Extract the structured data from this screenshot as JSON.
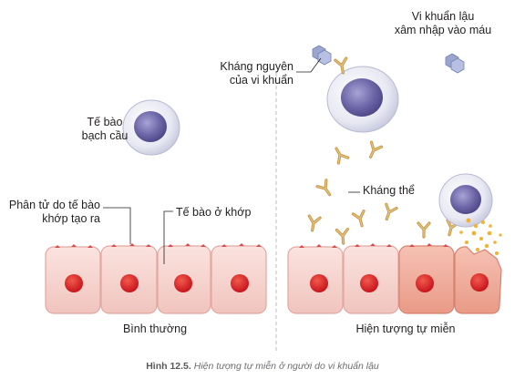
{
  "labels": {
    "white_cell": [
      "Tế bào",
      "bạch cầu"
    ],
    "free_molecule": [
      "Phân tử do tế bào",
      "khớp tạo ra"
    ],
    "joint_cell": "Tế bào ở khớp",
    "normal": "Bình thường",
    "antigen": [
      "Kháng nguyên",
      "của vi khuẩn"
    ],
    "bacteria": [
      "Vi khuẩn lậu",
      "xâm nhập vào máu"
    ],
    "antibody": "Kháng thể",
    "autoimmune": "Hiện tượng tự miễn"
  },
  "caption": {
    "prefix": "Hình 12.5.",
    "text": "Hiện tượng tự miễn ở người do vi khuẩn lậu"
  },
  "colors": {
    "cell_fill": "#f6d3cf",
    "cell_stroke": "#e3a7a0",
    "damaged_cell_fill": "#f0b09f",
    "nucleus": "#d91f26",
    "white_cell_body": "#e9eaf3",
    "white_cell_nucleus": "#6f6aa8",
    "antibody": "#c8a255",
    "bacteria": "#aeb7d8",
    "particles": "#f2b233"
  }
}
